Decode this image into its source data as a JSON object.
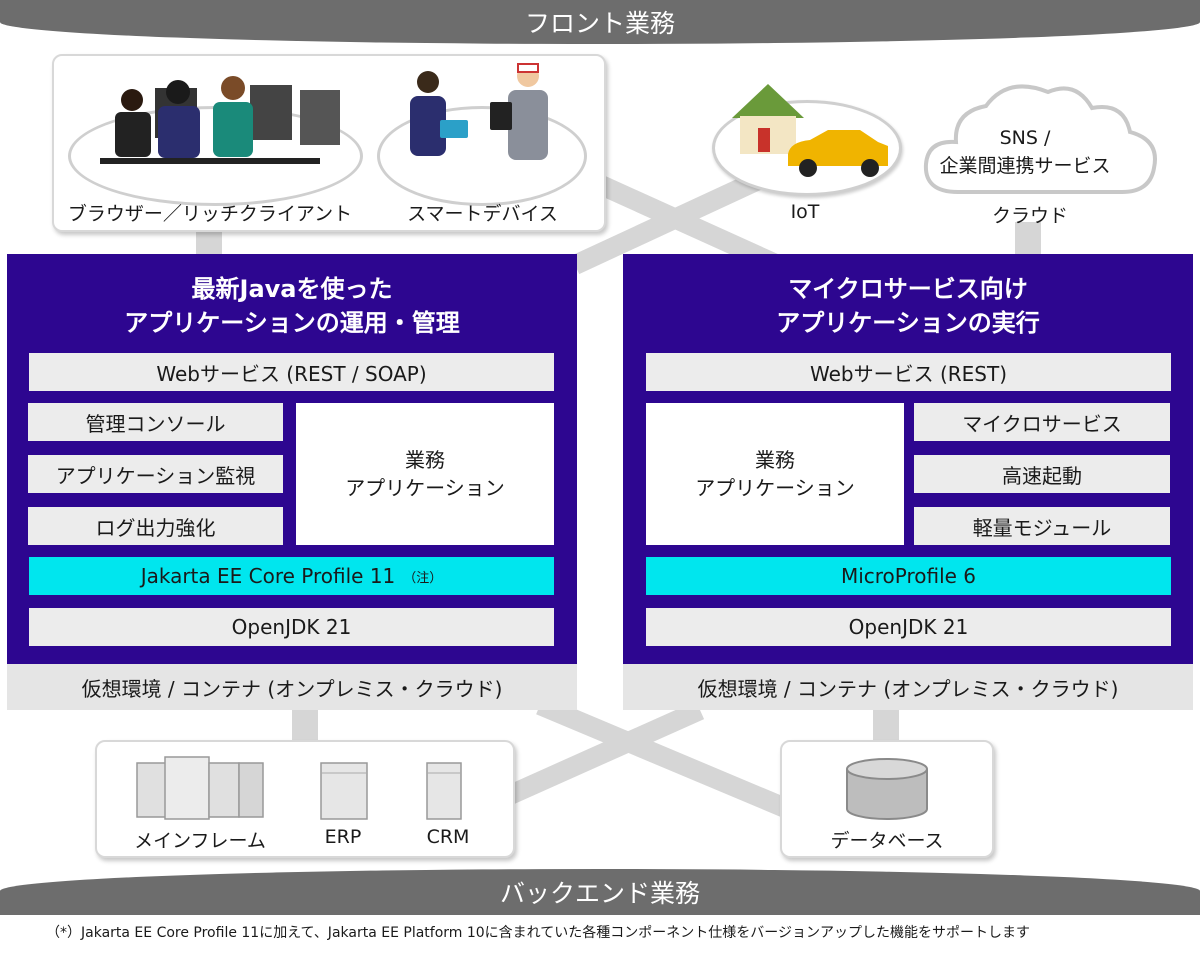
{
  "top_banner": "フロント業務",
  "bottom_banner": "バックエンド業務",
  "front": {
    "browser_label": "ブラウザー／リッチクライアント",
    "smart_label": "スマートデバイス",
    "iot_label": "IoT",
    "cloud_text_line1": "SNS /",
    "cloud_text_line2": "企業間連携サービス",
    "cloud_label": "クラウド"
  },
  "left_panel": {
    "title_line1": "最新Javaを使った",
    "title_line2": "アプリケーションの運用・管理",
    "web_service": "Webサービス (REST / SOAP)",
    "item1": "管理コンソール",
    "item2": "アプリケーション監視",
    "item3": "ログ出力強化",
    "app_line1": "業務",
    "app_line2": "アプリケーション",
    "profile": "Jakarta EE Core Profile 11",
    "profile_note": "（注）",
    "jdk": "OpenJDK 21",
    "env": "仮想環境 / コンテナ (オンプレミス・クラウド)"
  },
  "right_panel": {
    "title_line1": "マイクロサービス向け",
    "title_line2": "アプリケーションの実行",
    "web_service": "Webサービス (REST)",
    "item1": "マイクロサービス",
    "item2": "高速起動",
    "item3": "軽量モジュール",
    "app_line1": "業務",
    "app_line2": "アプリケーション",
    "profile": "MicroProfile 6",
    "jdk": "OpenJDK 21",
    "env": "仮想環境 / コンテナ (オンプレミス・クラウド)"
  },
  "back": {
    "mainframe_label": "メインフレーム",
    "erp_label": "ERP",
    "crm_label": "CRM",
    "db_label": "データベース"
  },
  "footnote": "（*）Jakarta EE Core Profile 11に加えて、Jakarta EE Platform 10に含まれていた各種コンポーネント仕様をバージョンアップした機能をサポートします",
  "colors": {
    "panel": "#2d0690",
    "profile_bar": "#00e6ee",
    "banner": "#6d6d6d",
    "connector": "#d6d6d6"
  }
}
